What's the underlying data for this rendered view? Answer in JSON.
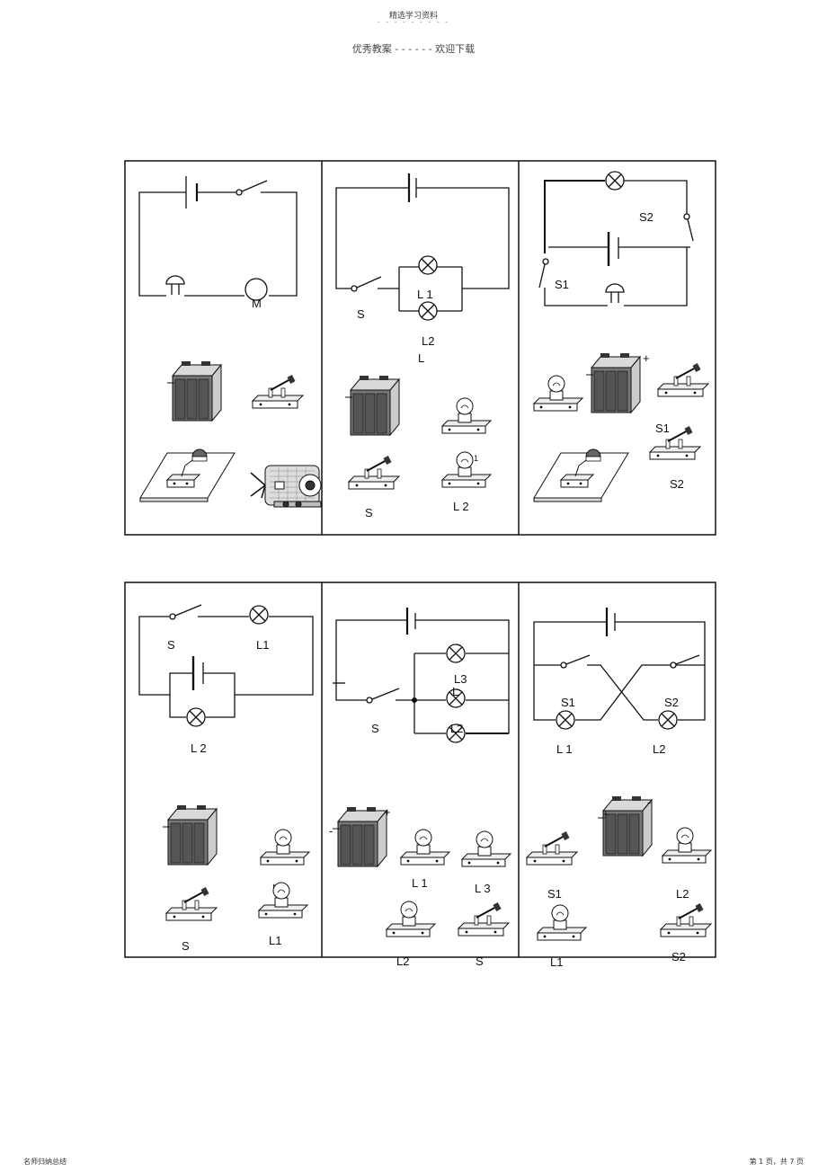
{
  "header": {
    "line1": "精选学习资料",
    "dashes": "- - - - - - - - -",
    "line2": "优秀教案 - - - - - - 欢迎下载"
  },
  "footer": {
    "left": "名师归纳总结",
    "right": "第 1 页，共 7 页"
  },
  "panels": {
    "p1": {
      "label_m": "M"
    },
    "p2": {
      "label_l1": "L 1",
      "label_s": "S",
      "label_l2": "L2",
      "label_l": "L",
      "label_s_b": "S",
      "label_l1_b": "1",
      "label_l2_b": "L 2"
    },
    "p3": {
      "label_s2": "S2",
      "label_s1": "S1",
      "label_plus": "+",
      "label_s1_b": "S1",
      "label_s2_b": "S2"
    },
    "p4": {
      "label_s": "S",
      "label_l1": "L1",
      "label_l2": "L 2",
      "label_l2_b": "L 2",
      "label_s_b": "S",
      "label_l1_b": "L1"
    },
    "p5": {
      "label_l3": "L3",
      "label_l": "L",
      "label_s": "S",
      "label_l2": "L2",
      "label_minus": "-",
      "label_plus": "+",
      "label_l1_b": "L 1",
      "label_l3_b": "L 3",
      "label_l2_b": "L2",
      "label_s_b": "S"
    },
    "p6": {
      "label_s1": "S1",
      "label_s2": "S2",
      "label_l1": "L 1",
      "label_l2": "L2",
      "label_plus": "+",
      "label_minus": "-",
      "label_s1_b": "S1",
      "label_l2_b": "L2",
      "label_l1_b": "L1",
      "label_s2_b": "S2"
    }
  }
}
